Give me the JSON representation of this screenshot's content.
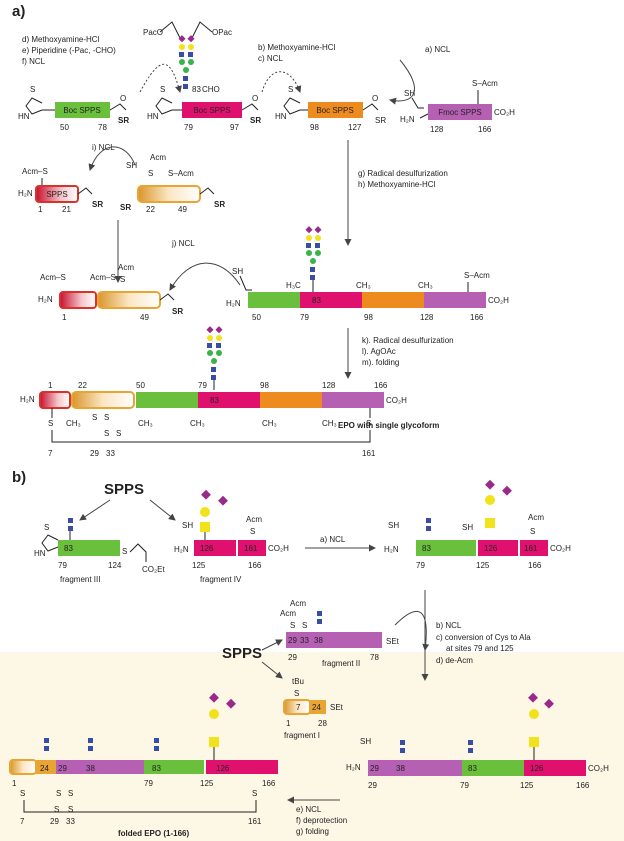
{
  "panel_a": {
    "label": "a)",
    "steps_left": [
      "d) Methoxyamine-HCl",
      "e) Piperidine (-Pac, -CHO)",
      "f) NCL"
    ],
    "steps_mid": [
      "b) Methoxyamine-HCl",
      "c) NCL"
    ],
    "step_right": "a) NCL",
    "frag1": {
      "label": "Boc SPPS",
      "start": "50",
      "end": "78"
    },
    "frag2": {
      "label": "Boc SPPS",
      "start": "79",
      "end": "97"
    },
    "frag3": {
      "label": "Boc SPPS",
      "start": "98",
      "end": "127"
    },
    "frag4": {
      "label": "Fmoc SPPS",
      "start": "128",
      "end": "166"
    },
    "pac": "PacO",
    "opac": "OPac",
    "cho": "CHO",
    "g83": "83",
    "sr": "SR",
    "hn": "HN",
    "s": "S",
    "sh": "SH",
    "h2n": "H₂N",
    "co2h": "CO₂H",
    "acm": "Acm",
    "s_acm": "S–Acm",
    "acm_s": "Acm–S",
    "step_i": "i) NCL",
    "frag_small": {
      "label": "SPPS",
      "start": "1",
      "end": "21"
    },
    "frag_mid": {
      "start": "22",
      "end": "49"
    },
    "steps_gh": [
      "g) Radical desulfurization",
      "h) Methoxyamine-HCl"
    ],
    "step_j": "j) NCL",
    "row3_left": {
      "start": "1",
      "end": "49"
    },
    "row3_right": {
      "n50": "50",
      "n79": "79",
      "n83": "83",
      "n98": "98",
      "n128": "128",
      "n166": "166",
      "h3c": "H₃C",
      "ch3": "CH₃"
    },
    "steps_klm": [
      "k). Radical desulfurization",
      "l). AgOAc",
      "m). folding"
    ],
    "final": {
      "n1": "1",
      "n22": "22",
      "n50": "50",
      "n79": "79",
      "n83": "83",
      "n98": "98",
      "n128": "128",
      "n166": "166",
      "n7": "7",
      "n29": "29",
      "n33": "33",
      "n161": "161",
      "caption": "EPO with single glycoform"
    }
  },
  "panel_b": {
    "label": "b)",
    "spps": "SPPS",
    "frag3": {
      "name": "fragment III",
      "n83": "83",
      "start": "79",
      "end": "124",
      "co2et": "CO₂Et"
    },
    "frag4": {
      "name": "fragment IV",
      "n126": "126",
      "n161": "161",
      "start": "125",
      "end": "166"
    },
    "step_a": "a) NCL",
    "prod1": {
      "n83": "83",
      "n126": "126",
      "n161": "161",
      "n79": "79",
      "n125": "125",
      "n166": "166"
    },
    "frag2": {
      "name": "fragment II",
      "n29": "29",
      "n33": "33",
      "n38": "38",
      "start": "29",
      "end": "78",
      "set": "SEt"
    },
    "steps_bcd": [
      "b) NCL",
      "c) conversion of Cys to Ala",
      "at sites 79 and 125",
      "d) de-Acm"
    ],
    "frag1": {
      "name": "fragment I",
      "n7": "7",
      "n24": "24",
      "start": "1",
      "end": "28",
      "tbu": "tBu",
      "set": "SEt"
    },
    "prod2": {
      "n29": "29",
      "n38": "38",
      "n83": "83",
      "n126": "126",
      "s29": "29",
      "s79": "79",
      "s125": "125",
      "s166": "166"
    },
    "steps_efg": [
      "e) NCL",
      "f) deprotection",
      "g) folding"
    ],
    "final": {
      "n24": "24",
      "n29": "29",
      "n38": "38",
      "n83": "83",
      "n126": "126",
      "n1": "1",
      "n79": "79",
      "n125": "125",
      "n166": "166",
      "n7": "7",
      "s29": "29",
      "s33": "33",
      "n161": "161",
      "caption": "folded EPO (1-166)"
    }
  },
  "colors": {
    "green": "#6abf3c",
    "magenta": "#e0116e",
    "orange": "#ee8b1f",
    "purple": "#b660b4",
    "red": "#d8332b",
    "gold": "#e8a534",
    "glcnac": "#3a4da6",
    "man": "#39b44a",
    "gal": "#f2e21b",
    "sia": "#9a2a8a"
  }
}
